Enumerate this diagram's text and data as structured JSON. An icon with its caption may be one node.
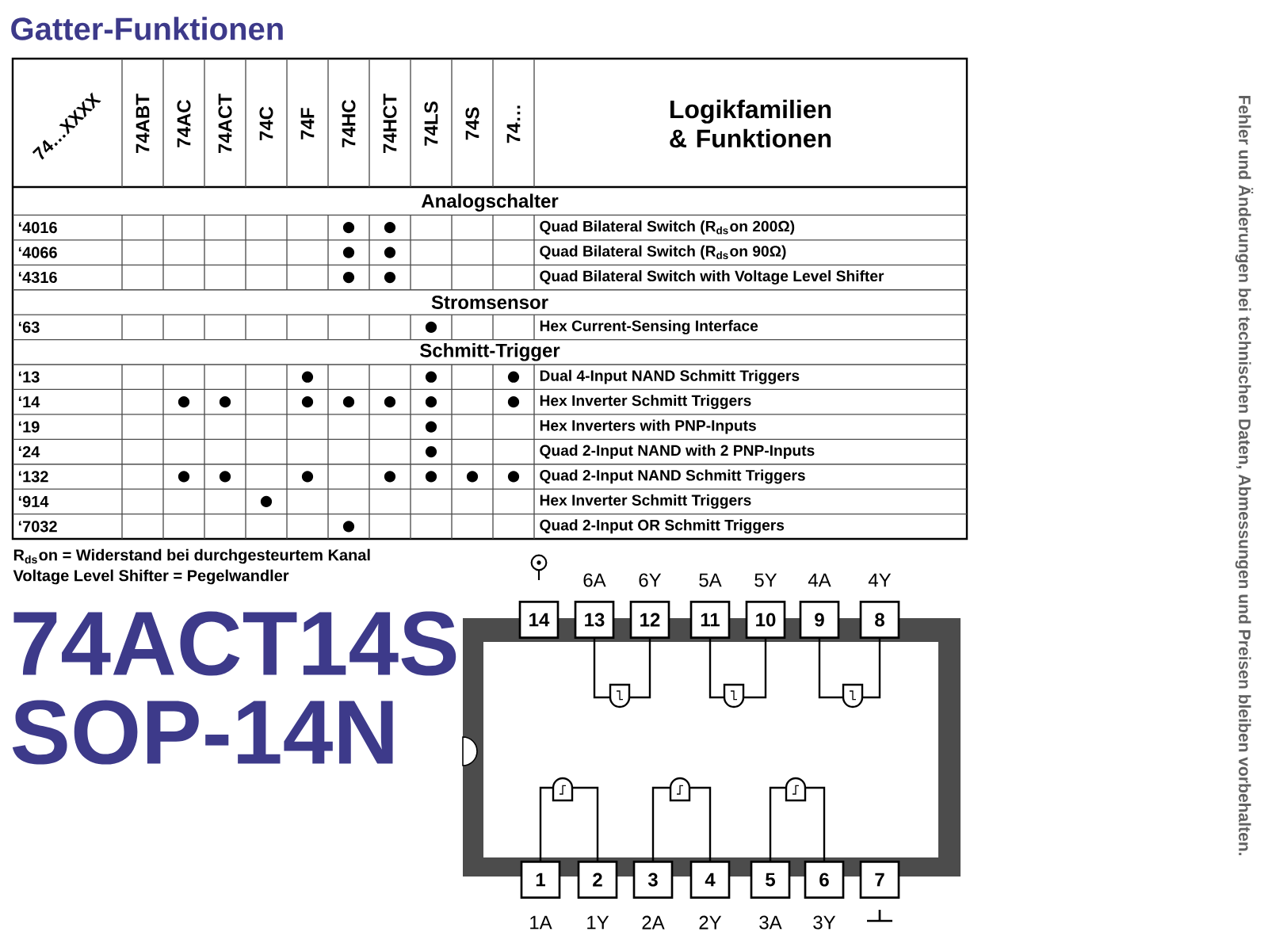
{
  "diagram": {
    "title": "Gatter-Funktionen",
    "nodes": [
      {
        "text": [
          "14"
        ]
      },
      {
        "text": [
          "13"
        ],
        "beside": [
          "6A"
        ]
      },
      {
        "text": [
          "12"
        ],
        "beside": [
          "6Y"
        ]
      },
      {
        "text": [
          "11"
        ],
        "beside": [
          "5A"
        ]
      },
      {
        "text": [
          "10"
        ],
        "beside": [
          "5Y"
        ]
      },
      {
        "text": [
          "9"
        ],
        "beside": [
          "4A"
        ]
      },
      {
        "text": [
          "8"
        ],
        "beside": [
          "4Y"
        ]
      },
      {
        "text": [],
        "shape": "gate"
      },
      {
        "text": [],
        "shape": "gate"
      },
      {
        "text": [],
        "shape": "gate"
      },
      {
        "text": [],
        "shape": "gate"
      },
      {
        "text": [],
        "shape": "gate"
      },
      {
        "text": [],
        "shape": "gate"
      },
      {
        "text": [
          "1"
        ],
        "beside": [
          "1A"
        ]
      },
      {
        "text": [
          "2"
        ],
        "beside": [
          "1Y"
        ]
      },
      {
        "text": [
          "3"
        ],
        "beside": [
          "2A"
        ]
      },
      {
        "text": [
          "4"
        ],
        "beside": [
          "2Y"
        ]
      },
      {
        "text": [
          "5"
        ],
        "beside": [
          "3A"
        ]
      },
      {
        "text": [
          "6"
        ],
        "beside": [
          "3Y"
        ]
      },
      {
        "text": [
          "7"
        ]
      }
    ],
    "edges": [
      {
        "from": 1,
        "to": 7,
        "arrow": "none"
      },
      {
        "from": 7,
        "to": 2,
        "arrow": "none"
      },
      {
        "from": 3,
        "to": 8,
        "arrow": "none"
      },
      {
        "from": 8,
        "to": 4,
        "arrow": "none"
      },
      {
        "from": 5,
        "to": 9,
        "arrow": "none"
      },
      {
        "from": 9,
        "to": 6,
        "arrow": "none"
      },
      {
        "from": 13,
        "to": 10,
        "arrow": "none"
      },
      {
        "from": 10,
        "to": 14,
        "arrow": "none"
      },
      {
        "from": 15,
        "to": 11,
        "arrow": "none"
      },
      {
        "from": 11,
        "to": 16,
        "arrow": "none"
      },
      {
        "from": 17,
        "to": 12,
        "arrow": "none"
      },
      {
        "from": 12,
        "to": 18,
        "arrow": "none"
      }
    ],
    "labels": [
      "74…XXXX",
      "74ABT",
      "74AC",
      "74ACT",
      "74C",
      "74F",
      "74HC",
      "74HCT",
      "74LS",
      "74S",
      "74…",
      "Logikfamilien & Funktionen",
      "Analogschalter",
      "‘4016",
      "●",
      "●",
      "Quad Bilateral Switch (R$_{ds}$on 200Ω)",
      "‘4066",
      "●",
      "●",
      "Quad Bilateral Switch (R$_{ds}$on 90Ω)",
      "‘4316",
      "●",
      "●",
      "Quad Bilateral Switch with Voltage Level Shifter",
      "Stromsensor",
      "‘63",
      "●",
      "Hex Current-Sensing Interface",
      "Schmitt-Trigger",
      "‘13",
      "●",
      "●",
      "●",
      "Dual 4-Input NAND Schmitt Triggers",
      "‘14",
      "●",
      "●",
      "●",
      "●",
      "●",
      "●",
      "●",
      "Hex Inverter Schmitt Triggers",
      "‘19",
      "●",
      "Hex Inverters with PNP-Inputs",
      "‘24",
      "●",
      "Quad 2-Input NAND with 2 PNP-Inputs",
      "‘132",
      "●",
      "●",
      "●",
      "●",
      "●",
      "●",
      "●",
      "Quad 2-Input NAND Schmitt Triggers",
      "‘914",
      "●",
      "Hex Inverter Schmitt Triggers",
      "‘7032",
      "●",
      "Quad 2-Input OR Schmitt Triggers",
      "R$_{ds}$on = Widerstand bei durchgesteurtem Kanal",
      "Voltage Level Shifter = Pegelwandler",
      "74ACT14S",
      "SOP-14N",
      "Fehler und Änderungen bei technischen Daten, Abmessungen und Preisen bleiben vorbehalten."
    ]
  }
}
